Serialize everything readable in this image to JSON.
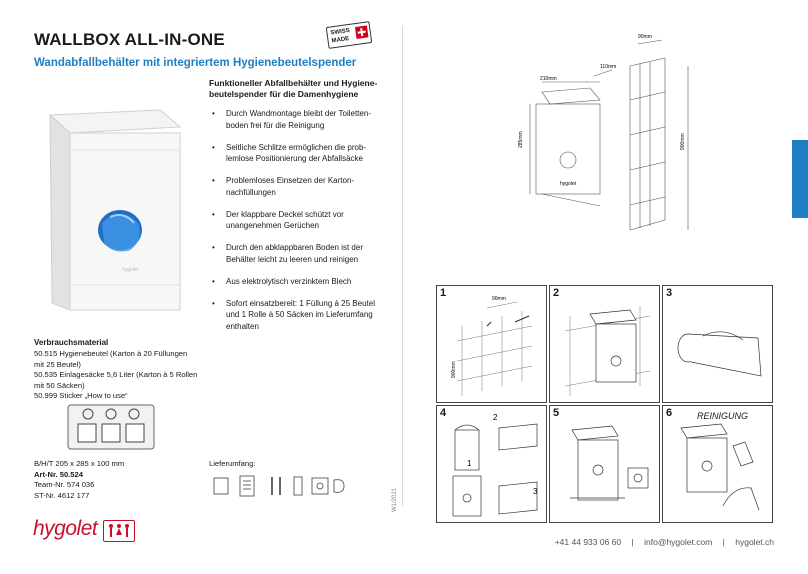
{
  "header": {
    "title": "WALLBOX ALL-IN-ONE",
    "badge_line1": "SWISS",
    "badge_line2": "MADE",
    "subtitle": "Wandabfallbehälter mit integriertem Hygienebeutelspender"
  },
  "features": {
    "heading": "Funktioneller Abfallbehälter und Hygiene-beutelspender für die Damenhygiene",
    "items": [
      "Durch Wandmontage bleibt der Toiletten-boden frei für die Reinigung",
      "Seitliche Schlitze ermöglichen die prob-lemlose Positionierung der Abfallsäcke",
      "Problemloses Einsetzen der Karton-nachfüllungen",
      "Der klappbare Deckel schützt vor unangenehmen Gerüchen",
      "Durch den abklappbaren Boden ist der Behälter leicht zu leeren und reinigen",
      "Aus elektrolytisch verzinktem Blech",
      "Sofort einsatzbereit: 1 Füllung à 25 Beutel und 1 Rolle à 50 Säcken im Lieferumfang enthalten"
    ]
  },
  "consumables": {
    "heading": "Verbrauchsmaterial",
    "lines": [
      "50.515 Hygienebeutel (Karton à 20 Füllungen",
      "mit 25 Beutel)",
      "50.535 Einlagesäcke 5,6 Liter (Karton à 5 Rollen",
      "mit 50 Säcken)",
      "50.999 Sticker „How to use“"
    ]
  },
  "specs": {
    "dimensions": "B/H/T 205 x 285 x 100 mm",
    "article": "Art-Nr. 50.524",
    "team": "Team-Nr. 574 036",
    "st": "ST-Nr. 4612 177"
  },
  "delivery": {
    "label": "Lieferumfang:"
  },
  "brand": {
    "logo": "hygolet"
  },
  "footer": {
    "phone": "+41 44 933 06 60",
    "email": "info@hygolet.com",
    "web": "hygolet.ch",
    "sep": "|"
  },
  "version_code": "W1/2021",
  "drawing": {
    "dim_90": "90mm",
    "dim_210": "210mm",
    "dim_110": "110mm",
    "dim_285": "285mm",
    "dim_900": "900mm",
    "box_label": "hygolet"
  },
  "steps": {
    "numbers": [
      "1",
      "2",
      "3",
      "4",
      "5",
      "6"
    ],
    "step1_dim_90": "90mm",
    "step1_dim_900": "900mm",
    "step4_arrow1": "1",
    "step4_arrow2": "2",
    "step4_arrow3": "3",
    "cleaning_label": "REINIGUNG"
  },
  "colors": {
    "accent": "#1f7fc4",
    "brand_red": "#c8102e",
    "bag_blue": "#2a7fd0"
  }
}
